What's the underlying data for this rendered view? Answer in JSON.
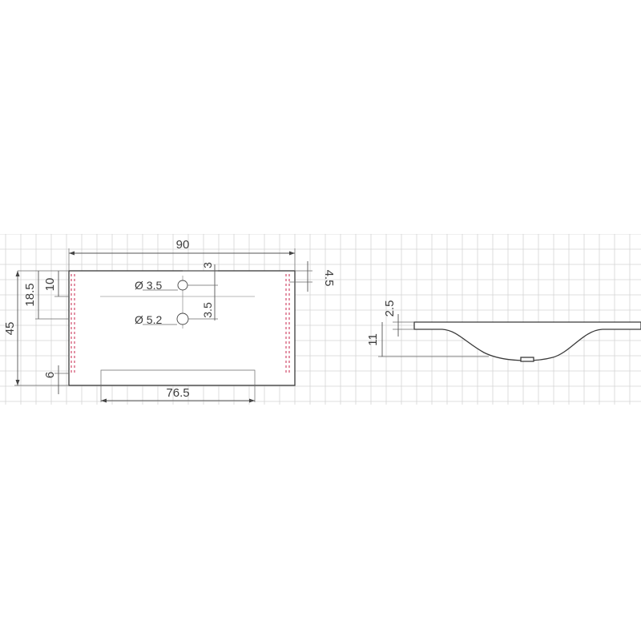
{
  "dimensions": {
    "width": "90",
    "right_margin": "4.5",
    "top_offset": "3",
    "hole_small_dia": "Ø 3.5",
    "hole_large_dia": "Ø 5.2",
    "hole_spacing": "3.5",
    "edge_10": "10",
    "edge_18_5": "18.5",
    "depth": "45",
    "bottom_6": "6",
    "cutout_width": "76.5",
    "thickness": "2.5",
    "height": "11"
  },
  "colors": {
    "grid": "#d4d4d4",
    "outline": "#3a3a3a",
    "hidden_line": "#d04a6a"
  }
}
